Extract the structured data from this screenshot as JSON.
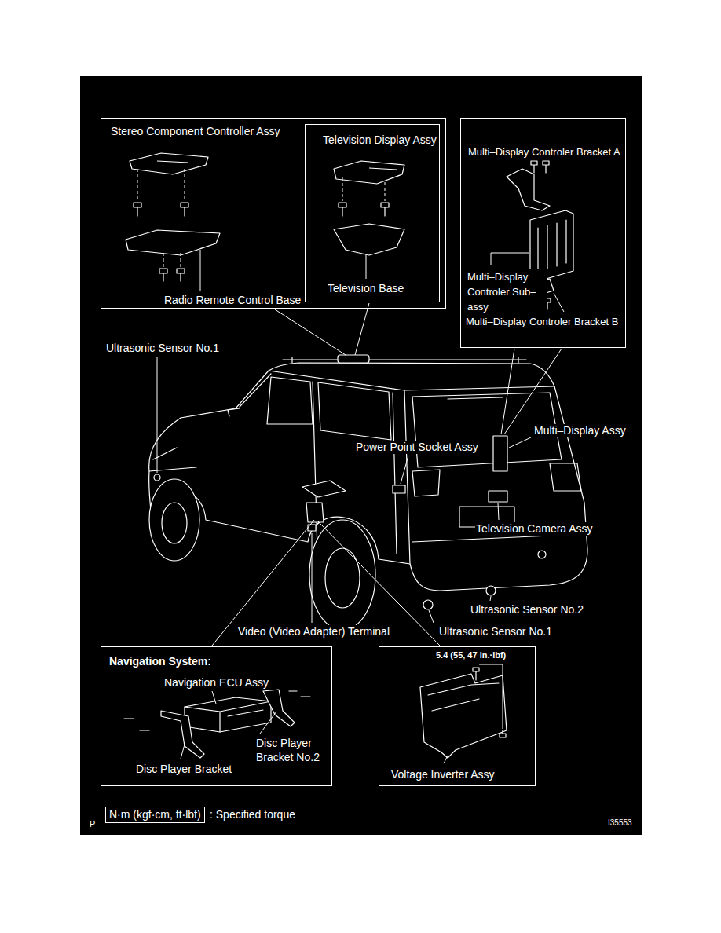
{
  "diagram": {
    "nodes": [
      {
        "text": [
          "Stereo Component Controller Assy",
          "Radio Remote Control Base"
        ]
      },
      {
        "text": [
          "Television Display Assy",
          "Television Base"
        ],
        "in": 0
      },
      {
        "text": [
          "Multi–Display Controler Bracket A",
          "Multi–Display Controler Sub–assy",
          "Multi–Display Controler Bracket B"
        ]
      },
      {
        "text": [
          "Navigation System:",
          "Navigation ECU Assy",
          "Disc Player Bracket No.2",
          "Disc Player Bracket"
        ]
      },
      {
        "text": [
          "5.4 (55, 47 in.·lbf)",
          "Voltage Inverter Assy"
        ]
      },
      {
        "text": [
          "N·m (kgf·cm, ft·lbf)"
        ]
      }
    ],
    "labels": [
      "Ultrasonic Sensor No.1",
      "Power Point Socket Assy",
      "Multi–Display Assy",
      "Television Camera Assy",
      "Ultrasonic Sensor No.2",
      "Video (Video Adapter) Terminal",
      "Ultrasonic Sensor No.1",
      ": Specified torque",
      "P",
      "I35553"
    ]
  }
}
